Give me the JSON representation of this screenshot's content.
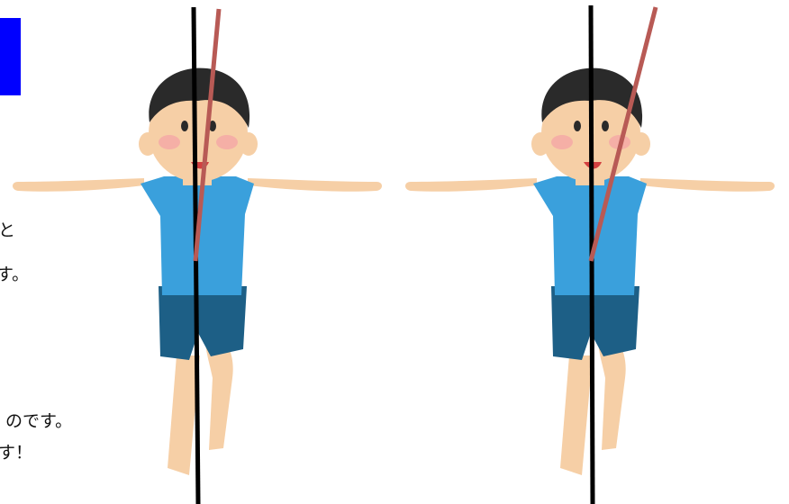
{
  "colors": {
    "accent_box": "#0000ff",
    "skin": "#f6cfa6",
    "shirt": "#3aa0dc",
    "shorts": "#1d5f86",
    "hair": "#2a2a2a",
    "cheek": "#f5a6a6",
    "vertical_line": "#000000",
    "tilt_line": "#b85a55"
  },
  "text": {
    "line1": "と",
    "line2": "す。",
    "line3": "のです。",
    "line4": "す！"
  },
  "figures": [
    {
      "label": "balance-left",
      "tilt": "small"
    },
    {
      "label": "balance-right",
      "tilt": "large"
    }
  ]
}
